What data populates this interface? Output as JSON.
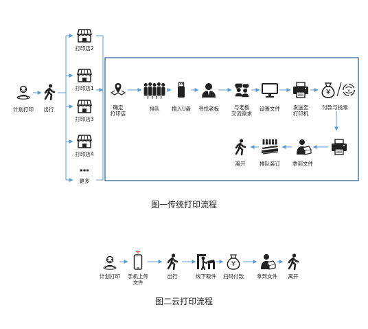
{
  "figure1": {
    "caption": "图一传统打印流程",
    "start": {
      "icon": "person-location-icon",
      "label": "计划打印"
    },
    "walk": {
      "icon": "walking-person-icon",
      "label": "出行"
    },
    "stores": [
      {
        "icon": "store-icon",
        "label": "打印店2"
      },
      {
        "icon": "store-icon",
        "label": "打印店1"
      },
      {
        "icon": "store-icon",
        "label": "打印店3"
      },
      {
        "icon": "store-icon",
        "label": "打印店4"
      },
      {
        "icon": "more-dots-icon",
        "label": "更多"
      }
    ],
    "steps_top": [
      {
        "icon": "location-pin-icon",
        "label_lines": [
          "确定",
          "打印店"
        ]
      },
      {
        "icon": "queue-crowd-icon",
        "label_lines": [
          "排队"
        ]
      },
      {
        "icon": "usb-drive-icon",
        "label_lines": [
          "插入U盘"
        ]
      },
      {
        "icon": "shop-owner-icon",
        "label_lines": [
          "寻找老板"
        ]
      },
      {
        "icon": "conversation-icon",
        "label_lines": [
          "与老板",
          "交流需求"
        ]
      },
      {
        "icon": "monitor-icon",
        "label_lines": [
          "设置文件"
        ]
      },
      {
        "icon": "printer-icon",
        "label_lines": [
          "发送至",
          "打印机"
        ]
      },
      {
        "icon": "money-bag-change-icon",
        "label_lines": [
          "付款与找零"
        ]
      }
    ],
    "steps_bottom": [
      {
        "icon": "printer-icon",
        "label_lines": [
          ""
        ]
      },
      {
        "icon": "person-with-parcel-icon",
        "label_lines": [
          "拿到文件"
        ]
      },
      {
        "icon": "stapler-queue-icon",
        "label_lines": [
          "排队装订"
        ]
      },
      {
        "icon": "walking-person-icon",
        "label_lines": [
          "离开"
        ]
      }
    ]
  },
  "figure2": {
    "caption": "图二云打印流程",
    "steps": [
      {
        "icon": "person-location-icon",
        "label_lines": [
          "计划打印"
        ]
      },
      {
        "icon": "smartphone-icon",
        "label_lines": [
          "手机上传",
          "文件"
        ]
      },
      {
        "icon": "walking-person-icon",
        "label_lines": [
          "出行"
        ]
      },
      {
        "icon": "pickup-station-icon",
        "label_lines": [
          "线下取件"
        ]
      },
      {
        "icon": "money-bag-icon",
        "label_lines": [
          "扫码付款"
        ]
      },
      {
        "icon": "person-with-parcel-icon",
        "label_lines": [
          "拿到文件"
        ]
      },
      {
        "icon": "walking-person-icon",
        "label_lines": [
          "离开"
        ]
      }
    ]
  },
  "colors": {
    "connector": "#5b9bd5",
    "frame": "#1f5a96",
    "icon": "#222222",
    "accent_red": "#e03a2f"
  }
}
